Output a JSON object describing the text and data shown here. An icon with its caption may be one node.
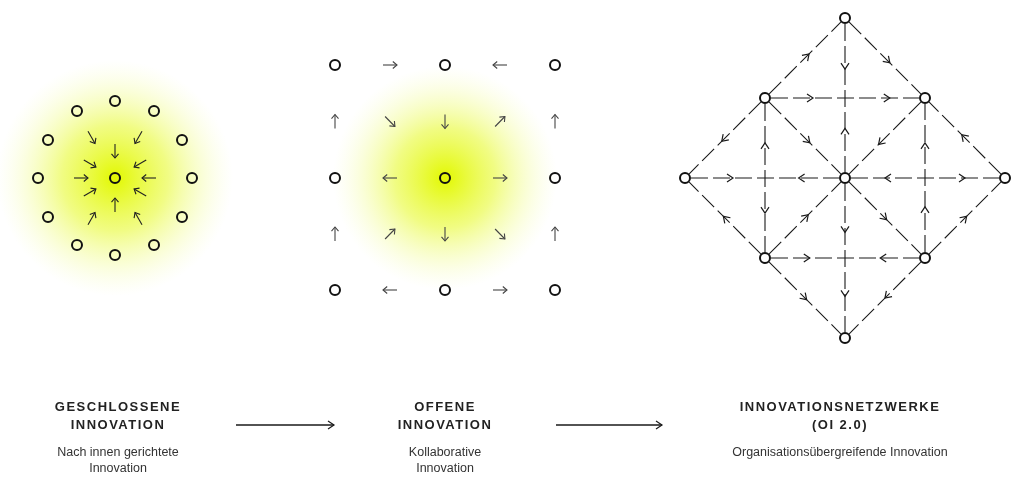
{
  "diagram": {
    "nodes": [
      {
        "text": [],
        "shape": "circle"
      },
      {
        "text": [],
        "shape": "circle"
      },
      {
        "text": [],
        "shape": "circle"
      },
      {
        "text": [],
        "shape": "circle"
      },
      {
        "text": [],
        "shape": "circle"
      },
      {
        "text": [],
        "shape": "circle"
      },
      {
        "text": [],
        "shape": "circle"
      },
      {
        "text": [],
        "shape": "circle"
      },
      {
        "text": [],
        "shape": "circle"
      },
      {
        "text": [],
        "shape": "circle"
      },
      {
        "text": [],
        "shape": "circle"
      },
      {
        "text": [],
        "shape": "circle"
      },
      {
        "text": [],
        "shape": "circle"
      },
      {
        "text": [],
        "shape": "circle"
      },
      {
        "text": [],
        "shape": "circle"
      },
      {
        "text": [],
        "shape": "circle"
      },
      {
        "text": [],
        "shape": "circle"
      },
      {
        "text": [],
        "shape": "circle"
      },
      {
        "text": [],
        "shape": "circle"
      },
      {
        "text": [],
        "shape": "circle"
      },
      {
        "text": [],
        "shape": "circle"
      },
      {
        "text": [],
        "shape": "circle"
      },
      {
        "text": [],
        "shape": "circle"
      },
      {
        "text": [],
        "shape": "circle"
      },
      {
        "text": [],
        "shape": "circle"
      },
      {
        "text": [],
        "shape": "circle"
      },
      {
        "text": [],
        "shape": "circle"
      },
      {
        "text": [],
        "shape": "circle"
      },
      {
        "text": [],
        "shape": "circle"
      },
      {
        "text": [],
        "shape": "circle"
      },
      {
        "text": [],
        "shape": "circle"
      },
      {
        "text": [
          "GESCHLOSSENE INNOVATION",
          "Nach innen gerichtete Innovation"
        ]
      },
      {
        "text": [
          "OFFENE INNOVATION",
          "Kollaborative Innovation"
        ]
      },
      {
        "text": [
          "INNOVATIONSNETZWERKE (OI 2.0)",
          "Organisationsübergreifende Innovation"
        ]
      }
    ],
    "edges": [
      {
        "from": 23,
        "to": 22,
        "arrow": "to",
        "style": "dashed"
      },
      {
        "from": 22,
        "to": 26,
        "arrow": "both",
        "style": "dashed"
      },
      {
        "from": 22,
        "to": 24,
        "arrow": "to",
        "style": "dashed"
      },
      {
        "from": 23,
        "to": 24,
        "arrow": "to",
        "style": "dashed"
      },
      {
        "from": 23,
        "to": 25,
        "arrow": "to",
        "style": "dashed"
      },
      {
        "from": 23,
        "to": 26,
        "arrow": "to",
        "style": "dashed"
      },
      {
        "from": 23,
        "to": 28,
        "arrow": "both",
        "style": "dashed"
      },
      {
        "from": 24,
        "to": 26,
        "arrow": "to",
        "style": "dashed"
      },
      {
        "from": 27,
        "to": 24,
        "arrow": "to",
        "style": "dashed"
      },
      {
        "from": 29,
        "to": 24,
        "arrow": "to",
        "style": "dashed"
      },
      {
        "from": 25,
        "to": 26,
        "arrow": "both",
        "style": "dashed"
      },
      {
        "from": 26,
        "to": 27,
        "arrow": "both",
        "style": "dashed"
      },
      {
        "from": 28,
        "to": 25,
        "arrow": "to",
        "style": "dashed"
      },
      {
        "from": 28,
        "to": 26,
        "arrow": "to",
        "style": "dashed"
      },
      {
        "from": 26,
        "to": 29,
        "arrow": "to",
        "style": "dashed"
      },
      {
        "from": 26,
        "to": 30,
        "arrow": "to",
        "style": "dashed"
      },
      {
        "from": 29,
        "to": 27,
        "arrow": "to",
        "style": "dashed"
      },
      {
        "from": 28,
        "to": 29,
        "arrow": "both",
        "style": "dashed"
      },
      {
        "from": 28,
        "to": 30,
        "arrow": "to",
        "style": "dashed"
      },
      {
        "from": 29,
        "to": 30,
        "arrow": "to",
        "style": "dashed"
      },
      {
        "from": 31,
        "to": 32,
        "arrow": "to"
      },
      {
        "from": 32,
        "to": 33,
        "arrow": "to"
      }
    ]
  }
}
